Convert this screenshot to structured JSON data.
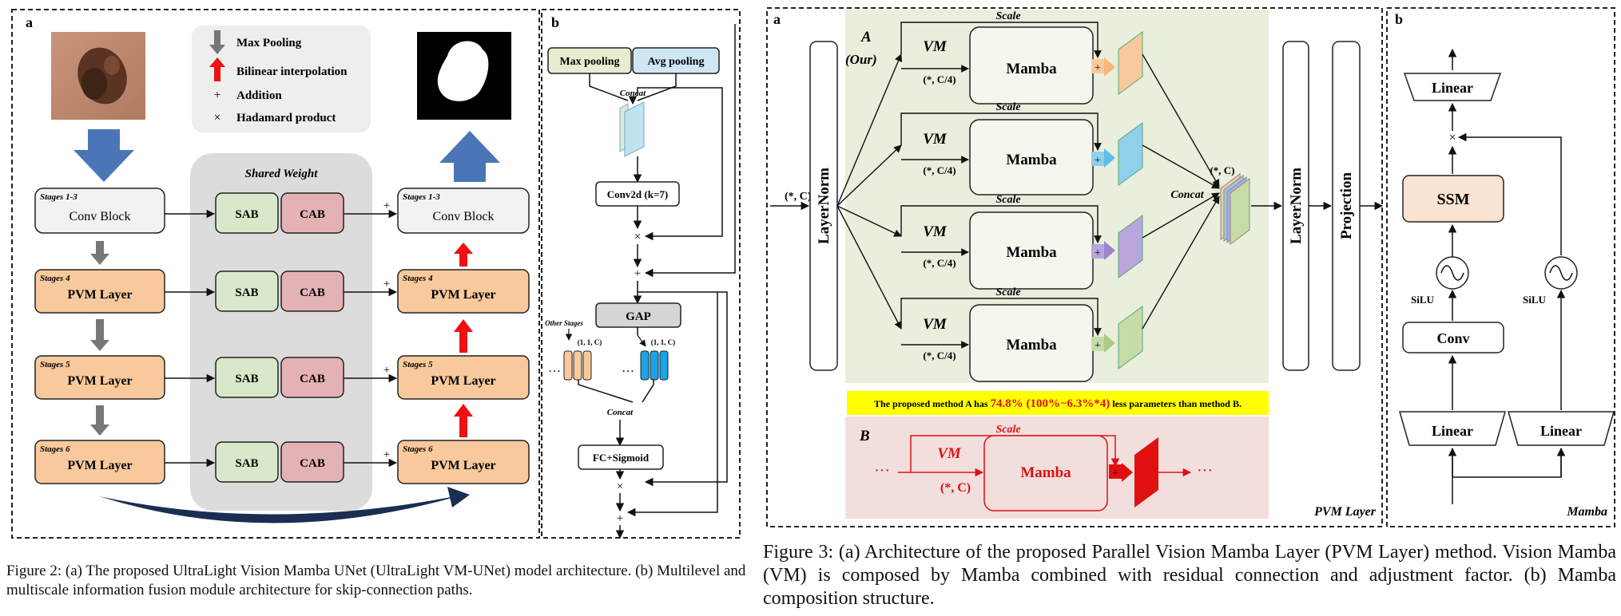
{
  "fig2": {
    "panel_a_label": "a",
    "panel_b_label": "b",
    "legend": [
      {
        "symbol": "arrow-down",
        "text": "Max Pooling"
      },
      {
        "symbol": "arrow-up",
        "text": "Bilinear interpolation"
      },
      {
        "symbol": "+",
        "text": "Addition"
      },
      {
        "symbol": "×",
        "text": "Hadamard product"
      }
    ],
    "shared_weight": "Shared Weight",
    "encoder": [
      {
        "stage": "Stages 1-3",
        "name": "Conv Block"
      },
      {
        "stage": "Stages 4",
        "name": "PVM Layer"
      },
      {
        "stage": "Stages 5",
        "name": "PVM Layer"
      },
      {
        "stage": "Stages 6",
        "name": "PVM Layer"
      }
    ],
    "decoder": [
      {
        "stage": "Stages 1-3",
        "name": "Conv Block"
      },
      {
        "stage": "Stages 4",
        "name": "PVM Layer"
      },
      {
        "stage": "Stages 5",
        "name": "PVM Layer"
      },
      {
        "stage": "Stages 6",
        "name": "PVM Layer"
      }
    ],
    "sab": "SAB",
    "cab": "CAB",
    "plus": "+",
    "times": "×",
    "b": {
      "max_pool": "Max pooling",
      "avg_pool": "Avg pooling",
      "concat": "Concat",
      "conv": "Conv2d (k=7)",
      "gap": "GAP",
      "other_stages": "Other Stages",
      "shape_l": "(1, 1, C)",
      "shape_r": "(1, 1, C)",
      "dots": "…",
      "fc": "FC+Sigmoid"
    },
    "caption": "Figure 2: (a) The proposed UltraLight Vision Mamba UNet (UltraLight VM-UNet) model architecture. (b) Multilevel and multiscale information fusion module architecture for skip-connection paths."
  },
  "fig3": {
    "panel_a_label": "a",
    "panel_b_label": "b",
    "method_a": "A",
    "method_a_sub": "(Our)",
    "method_b": "B",
    "input_shape": "(*, C)",
    "layernorm": "LayerNorm",
    "layernorm2": "LayerNorm",
    "projection": "Projection",
    "scale": "Scale",
    "vm": "VM",
    "mamba": "Mamba",
    "sub_shape": "(*, C/4)",
    "concat": "Concat",
    "concat_shape": "(*, C)",
    "note_pre": "The proposed method A has ",
    "note_hl": "74.8% (100%−6.3%*4)",
    "note_post": " less parameters than method B.",
    "b_shape": "(*, C)",
    "dots": "···",
    "pvm_label": "PVM Layer",
    "mb": {
      "linear_top": "Linear",
      "ssm": "SSM",
      "conv": "Conv",
      "silu1": "SiLU",
      "silu2": "SiLU",
      "linear_l": "Linear",
      "linear_r": "Linear",
      "times": "×",
      "label": "Mamba"
    },
    "caption": "Figure 3: (a) Architecture of the proposed Parallel Vision Mamba Layer (PVM Layer) method. Vision Mamba (VM) is composed by Mamba combined with residual connection and adjustment factor. (b) Mamba composition structure."
  }
}
